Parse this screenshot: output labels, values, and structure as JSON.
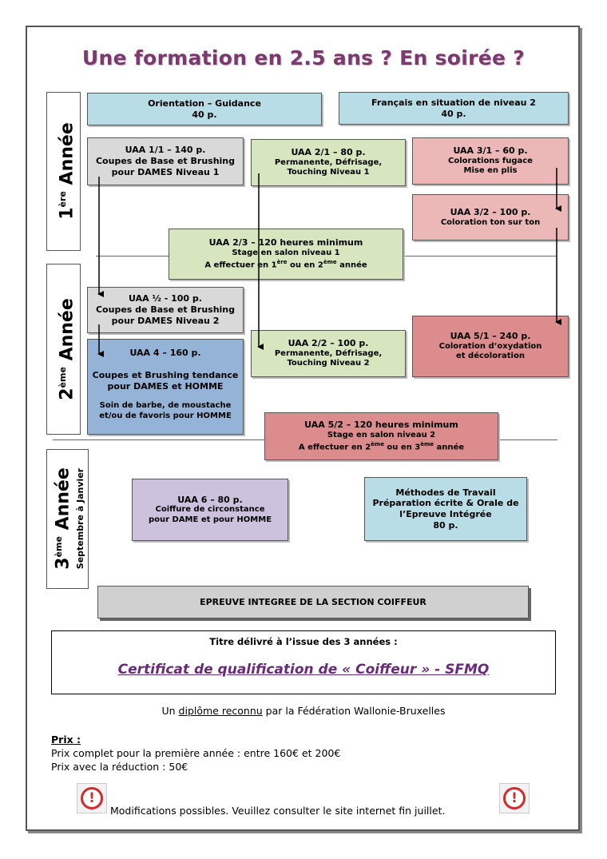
{
  "title": "Une formation en 2.5 ans ? En soirée ?",
  "years": {
    "y1": {
      "num": "1",
      "sup": "ère",
      "word": "Année"
    },
    "y2": {
      "num": "2",
      "sup": "ème",
      "word": "Année"
    },
    "y3": {
      "num": "3",
      "sup": "ème",
      "word": "Année",
      "sub": "Septembre à Janvier"
    }
  },
  "boxes": {
    "orientation": {
      "l1": "Orientation – Guidance",
      "l2": "40 p."
    },
    "francais": {
      "l1": "Français en situation de niveau 2",
      "l2": "40 p."
    },
    "uaa11": {
      "l1": "UAA 1/1 – 140 p.",
      "l2": "Coupes de Base et Brushing",
      "l3": "pour DAMES Niveau 1"
    },
    "uaa21": {
      "l1": "UAA 2/1 – 80 p.",
      "l2": "Permanente, Défrisage,",
      "l3": "Touching Niveau 1"
    },
    "uaa31": {
      "l1": "UAA 3/1 – 60 p.",
      "l2": "Colorations fugace",
      "l3": "Mise en plis"
    },
    "uaa32": {
      "l1": "UAA 3/2 – 100 p.",
      "l2": "Coloration ton sur ton"
    },
    "uaa23": {
      "l1": "UAA 2/3 – 120 heures minimum",
      "l2": "Stage en salon niveau 1",
      "l3a": "A effectuer en 1",
      "sup1": "ère",
      "l3b": " ou en 2",
      "sup2": "ème",
      "l3c": " année"
    },
    "uaa12": {
      "l1": "UAA ½ - 100 p.",
      "l2": "Coupes de Base et Brushing",
      "l3": "pour DAMES Niveau 2"
    },
    "uaa4": {
      "l1": "UAA 4 – 160 p.",
      "l2": "Coupes et Brushing tendance",
      "l3": "pour DAMES et HOMME",
      "l4": "Soin de barbe, de moustache",
      "l5": "et/ou de favoris pour HOMME"
    },
    "uaa22": {
      "l1": "UAA 2/2 – 100 p.",
      "l2": "Permanente, Défrisage,",
      "l3": "Touching Niveau 2"
    },
    "uaa51": {
      "l1": "UAA 5/1 – 240 p.",
      "l2": "Coloration d’oxydation",
      "l3": "et décoloration"
    },
    "uaa52": {
      "l1": "UAA 5/2 – 120 heures minimum",
      "l2": "Stage en salon niveau 2",
      "l3a": "A effectuer en 2",
      "sup1": "ème",
      "l3b": " ou en 3",
      "sup2": "ème",
      "l3c": " année"
    },
    "uaa6": {
      "l1": "UAA 6 – 80 p.",
      "l2": "Coiffure de circonstance",
      "l3": "pour DAME et pour HOMME"
    },
    "methodes": {
      "l1": "Méthodes de Travail",
      "l2": "Préparation écrite & Orale de",
      "l3": "l’Epreuve Intégrée",
      "l4": "80 p."
    }
  },
  "epreuve": "EPREUVE INTEGREE DE LA SECTION COIFFEUR",
  "titre": {
    "head": "Titre délivré à l’issue des 3 années :",
    "cert": "Certificat de qualification de « Coiffeur » - SFMQ"
  },
  "diplome": {
    "pre": "Un ",
    "link": "diplôme reconnu",
    "post": " par la Fédération Wallonie-Bruxelles"
  },
  "prix": {
    "head": "Prix :",
    "line1": "Prix complet pour la première année : entre 160€ et 200€",
    "line2": "Prix avec la réduction : 50€"
  },
  "warning": {
    "text": "Modifications possibles. Veuillez consulter le site internet fin juillet.",
    "icon": "exclamation-icon",
    "glyph": "!",
    "color": "#d42a2a"
  }
}
